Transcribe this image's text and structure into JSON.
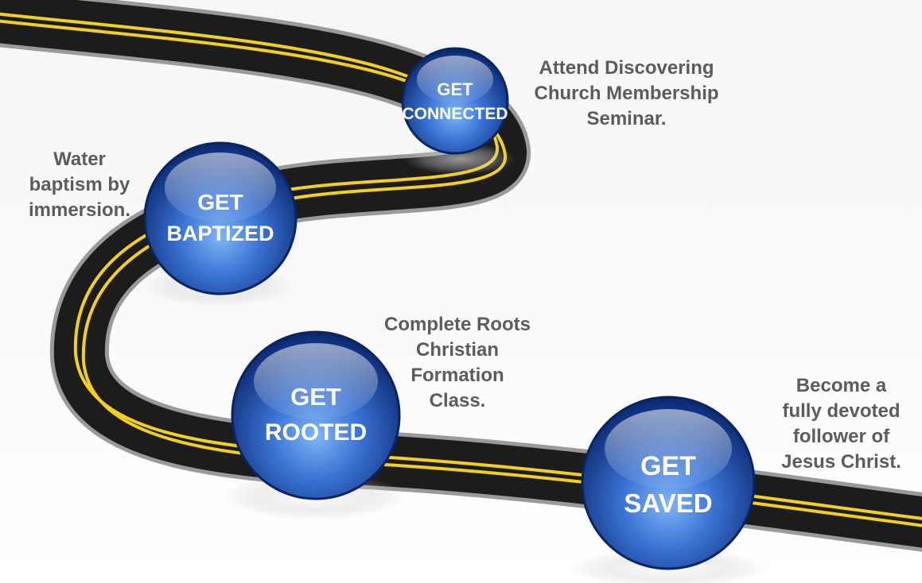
{
  "colors": {
    "road": "#1c1c1c",
    "road_edge": "#9a9a9a",
    "lane_line": "#f2d021",
    "text": "#5c5c5c",
    "sphere_dark": "#0d2f7a",
    "sphere_mid": "#2d63c8",
    "sphere_light": "#6ca6f2"
  },
  "steps": [
    {
      "label_line1": "GET",
      "label_line2": "CONNECTED",
      "caption": [
        "Attend Discovering",
        "Church Membership",
        "Seminar."
      ]
    },
    {
      "label_line1": "GET",
      "label_line2": "BAPTIZED",
      "caption": [
        "Water",
        "baptism by",
        "immersion."
      ]
    },
    {
      "label_line1": "GET",
      "label_line2": "ROOTED",
      "caption": [
        "Complete Roots",
        "Christian",
        "Formation",
        "Class."
      ]
    },
    {
      "label_line1": "GET",
      "label_line2": "SAVED",
      "caption": [
        "Become a",
        "fully devoted",
        "follower of",
        "Jesus Christ."
      ]
    }
  ]
}
